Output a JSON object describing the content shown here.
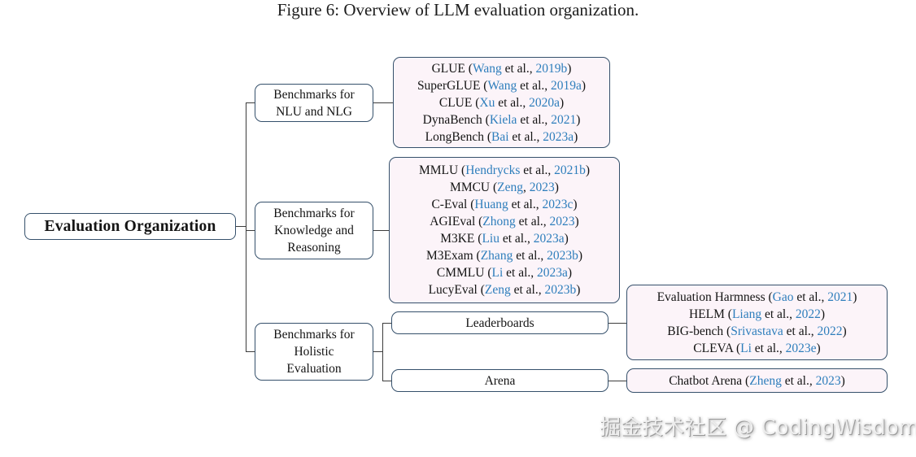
{
  "figure": {
    "caption": "Figure 6: Overview of LLM evaluation organization.",
    "watermark": "掘金技术社区 @ CodingWisdom"
  },
  "colors": {
    "node_border": "#35506b",
    "leaf_fill": "#fcf4f9",
    "node_fill": "#ffffff",
    "text": "#141414",
    "citation_link": "#2e7ebc",
    "connector": "#3c3c3c"
  },
  "root": {
    "label": "Evaluation Organization"
  },
  "branches": [
    {
      "label": "Benchmarks for\nNLU and NLG"
    },
    {
      "label": "Benchmarks for\nKnowledge and\nReasoning"
    },
    {
      "label": "Benchmarks for\nHolistic\nEvaluation"
    }
  ],
  "subnodes": [
    {
      "label": "Leaderboards"
    },
    {
      "label": "Arena"
    }
  ],
  "leaf_groups": {
    "nlu_nlg": [
      {
        "pre": "GLUE (",
        "author": "Wang",
        "mid": " et al., ",
        "year": "2019b",
        "post": ")"
      },
      {
        "pre": "SuperGLUE (",
        "author": "Wang",
        "mid": " et al., ",
        "year": "2019a",
        "post": ")"
      },
      {
        "pre": "CLUE (",
        "author": "Xu",
        "mid": " et al., ",
        "year": "2020a",
        "post": ")"
      },
      {
        "pre": "DynaBench (",
        "author": "Kiela",
        "mid": " et al., ",
        "year": "2021",
        "post": ")"
      },
      {
        "pre": "LongBench (",
        "author": "Bai",
        "mid": " et al., ",
        "year": "2023a",
        "post": ")"
      }
    ],
    "knowledge_reasoning": [
      {
        "pre": "MMLU (",
        "author": "Hendrycks",
        "mid": " et al., ",
        "year": "2021b",
        "post": ")"
      },
      {
        "pre": "MMCU (",
        "author": "Zeng",
        "mid": ", ",
        "year": "2023",
        "post": ")"
      },
      {
        "pre": "C-Eval (",
        "author": "Huang",
        "mid": " et al., ",
        "year": "2023c",
        "post": ")"
      },
      {
        "pre": "AGIEval (",
        "author": "Zhong",
        "mid": " et al., ",
        "year": "2023",
        "post": ")"
      },
      {
        "pre": "M3KE (",
        "author": "Liu",
        "mid": " et al., ",
        "year": "2023a",
        "post": ")"
      },
      {
        "pre": "M3Exam (",
        "author": "Zhang",
        "mid": " et al., ",
        "year": "2023b",
        "post": ")"
      },
      {
        "pre": "CMMLU (",
        "author": "Li",
        "mid": " et al., ",
        "year": "2023a",
        "post": ")"
      },
      {
        "pre": "LucyEval (",
        "author": "Zeng",
        "mid": " et al., ",
        "year": "2023b",
        "post": ")"
      }
    ],
    "leaderboards_list": [
      {
        "pre": "Evaluation Harmness (",
        "author": "Gao",
        "mid": " et al., ",
        "year": "2021",
        "post": ")"
      },
      {
        "pre": "HELM (",
        "author": "Liang",
        "mid": " et al., ",
        "year": "2022",
        "post": ")"
      },
      {
        "pre": "BIG-bench (",
        "author": "Srivastava",
        "mid": " et al., ",
        "year": "2022",
        "post": ")"
      },
      {
        "pre": "CLEVA (",
        "author": "Li",
        "mid": " et al., ",
        "year": "2023e",
        "post": ")"
      }
    ],
    "arena_list": [
      {
        "pre": "Chatbot Arena (",
        "author": "Zheng",
        "mid": " et al., ",
        "year": "2023",
        "post": ")"
      }
    ]
  }
}
